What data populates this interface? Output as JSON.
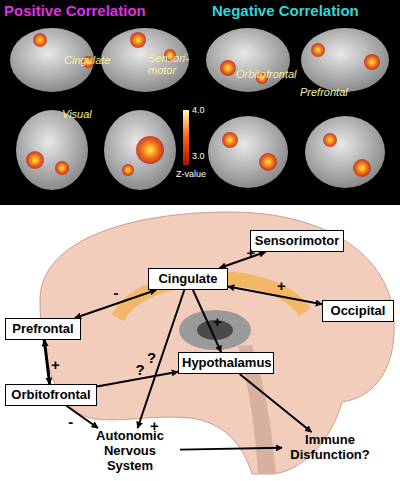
{
  "diagram": {
    "nodes": [
      {
        "text": [
          "Sensorimotor"
        ]
      },
      {
        "text": [
          "Cingulate"
        ]
      },
      {
        "text": [
          "Occipital"
        ]
      },
      {
        "text": [
          "Prefrontal"
        ]
      },
      {
        "text": [
          "Hypothalamus"
        ]
      },
      {
        "text": [
          "Orbitofrontal"
        ]
      },
      {
        "text": [
          "Autonomic Nervous System"
        ]
      },
      {
        "text": [
          "Immune Disfunction?"
        ]
      }
    ],
    "edges": [
      {
        "from": 1,
        "to": 0,
        "arrow": "both",
        "label": "+"
      },
      {
        "from": 1,
        "to": 2,
        "arrow": "both",
        "label": "+"
      },
      {
        "from": 3,
        "to": 1,
        "arrow": "both",
        "label": "-"
      },
      {
        "from": 3,
        "to": 5,
        "arrow": "both",
        "label": "+"
      },
      {
        "from": 1,
        "to": 4,
        "arrow": "to",
        "label": "+"
      },
      {
        "from": 5,
        "to": 4,
        "arrow": "to",
        "label": "?"
      },
      {
        "from": 1,
        "to": 6,
        "arrow": "to",
        "label": "?"
      },
      {
        "from": 5,
        "to": 6,
        "arrow": "to",
        "label": "-"
      },
      {
        "from": 4,
        "to": 7,
        "arrow": "to"
      },
      {
        "from": 6,
        "to": 7,
        "arrow": "to"
      }
    ],
    "labels": [
      "Positive Correlation",
      "Negative Correlation",
      "Cingulate",
      "Sensori-motor",
      "Visual",
      "Orbitofrontal",
      "Prefrontal",
      "4.0",
      "3.0",
      "Z-value",
      "+"
    ]
  }
}
